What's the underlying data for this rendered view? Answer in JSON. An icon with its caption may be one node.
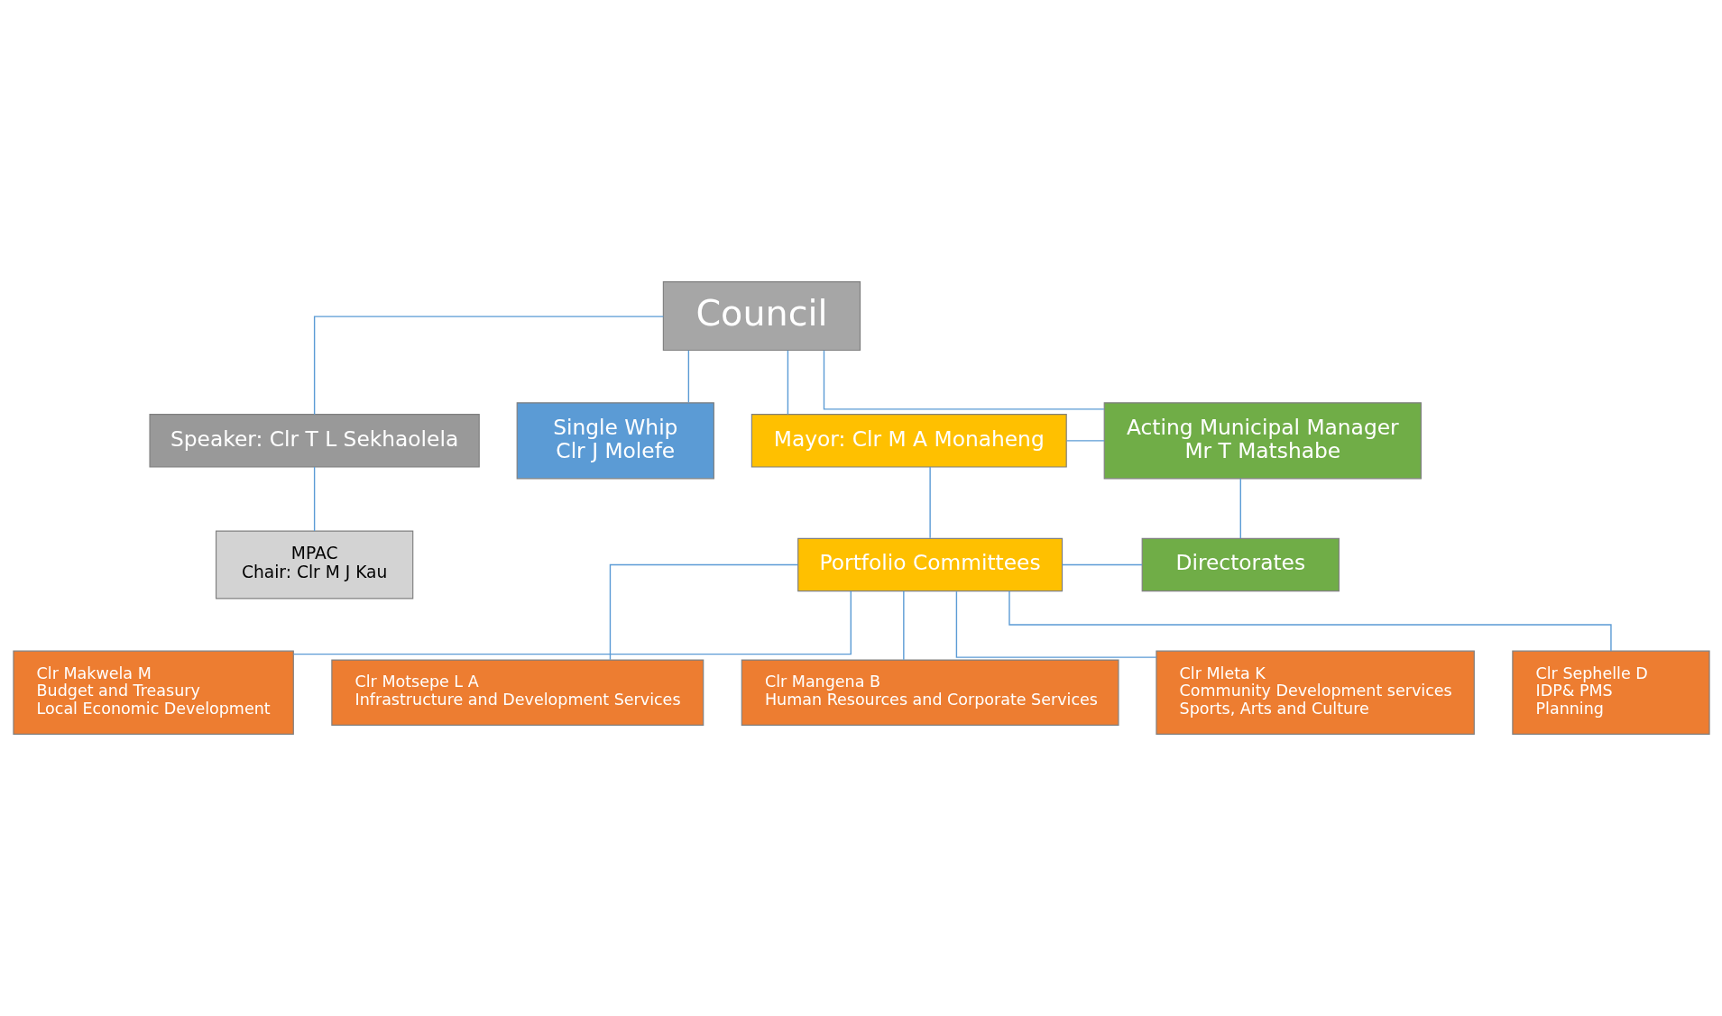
{
  "diagram": {
    "nodes": [
      {
        "text": [
          "Council"
        ]
      },
      {
        "text": [
          "Speaker: Clr T L Sekhaolela"
        ]
      },
      {
        "text": [
          "MPAC",
          "Chair: Clr M J Kau"
        ]
      },
      {
        "text": [
          "Single Whip",
          "Clr J Molefe"
        ]
      },
      {
        "text": [
          "Mayor: Clr M A Monaheng"
        ]
      },
      {
        "text": [
          "Acting Municipal Manager",
          "Mr T Matshabe"
        ]
      },
      {
        "text": [
          "Portfolio Committees"
        ]
      },
      {
        "text": [
          "Directorates"
        ]
      },
      {
        "text": [
          "Clr Makwela M",
          "Budget and Treasury",
          "Local Economic Development"
        ]
      },
      {
        "text": [
          "Clr Motsepe L A",
          "Infrastructure and Development Services"
        ]
      },
      {
        "text": [
          "Clr Mangena B",
          "Human Resources and Corporate Services"
        ]
      },
      {
        "text": [
          "Clr Mleta K",
          "Community Development services",
          "Sports, Arts and Culture"
        ]
      },
      {
        "text": [
          "Clr Sephelle D",
          "IDP& PMS",
          "Planning"
        ]
      }
    ],
    "edges": [
      {
        "from": 0,
        "to": 1,
        "arrow": "none"
      },
      {
        "from": 1,
        "to": 2,
        "arrow": "none"
      },
      {
        "from": 0,
        "to": 3,
        "arrow": "none"
      },
      {
        "from": 0,
        "to": 4,
        "arrow": "none"
      },
      {
        "from": 0,
        "to": 5,
        "arrow": "none"
      },
      {
        "from": 4,
        "to": 5,
        "arrow": "none"
      },
      {
        "from": 5,
        "to": 7,
        "arrow": "none"
      },
      {
        "from": 4,
        "to": 6,
        "arrow": "none"
      },
      {
        "from": 6,
        "to": 7,
        "arrow": "none"
      },
      {
        "from": 6,
        "to": 8,
        "arrow": "none"
      },
      {
        "from": 6,
        "to": 9,
        "arrow": "none"
      },
      {
        "from": 6,
        "to": 10,
        "arrow": "none"
      },
      {
        "from": 6,
        "to": 11,
        "arrow": "none"
      },
      {
        "from": 6,
        "to": 12,
        "arrow": "none"
      }
    ]
  }
}
